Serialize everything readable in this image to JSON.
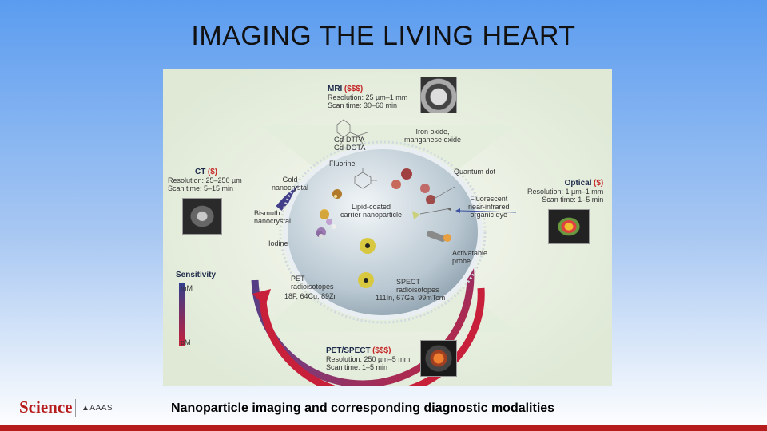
{
  "slide": {
    "title": "IMAGING THE LIVING HEART",
    "caption": "Nanoparticle imaging and corresponding diagnostic modalities",
    "logo_science": "Science",
    "logo_aaas": "AAAS"
  },
  "diagram": {
    "mri": {
      "name": "MRI",
      "cost": "($$$)",
      "resolution": "Resolution: 25 µm–1 mm",
      "scan_time": "Scan time: 30–60 min"
    },
    "ct": {
      "name": "CT",
      "cost": "($)",
      "resolution": "Resolution: 25–250 µm",
      "scan_time": "Scan time: 5–15 min"
    },
    "optical": {
      "name": "Optical",
      "cost": "($)",
      "resolution": "Resolution: 1 µm–1 mm",
      "scan_time": "Scan time: 1–5 min"
    },
    "petspect": {
      "name": "PET/SPECT",
      "cost": "($$$)",
      "resolution": "Resolution: 250 µm–5 mm",
      "scan_time": "Scan time: 1–5 min"
    },
    "sensitivity": {
      "label": "Sensitivity",
      "top": "mM",
      "bottom": "pM"
    },
    "agents": {
      "gd": "Gd-DTPA\nGd-DOTA",
      "iron": "Iron oxide,\nmanganese oxide",
      "fluorine": "Fluorine",
      "quantum": "Quantum dot",
      "gold": "Gold\nnanocrystal",
      "bismuth": "Bismuth\nnanocrystal",
      "iodine": "Iodine",
      "fluorescent": "Fluorescent\nnear-infrared\norganic dye",
      "activatable": "Activatable\nprobe",
      "pet": "PET\nradioisotopes",
      "pet_iso": "18F, 64Cu, 89Zr",
      "spect": "SPECT\nradioisotopes",
      "spect_iso": "111In, 67Ga, 99mTcm",
      "carrier": "Lipid-coated\ncarrier nanoparticle"
    }
  }
}
